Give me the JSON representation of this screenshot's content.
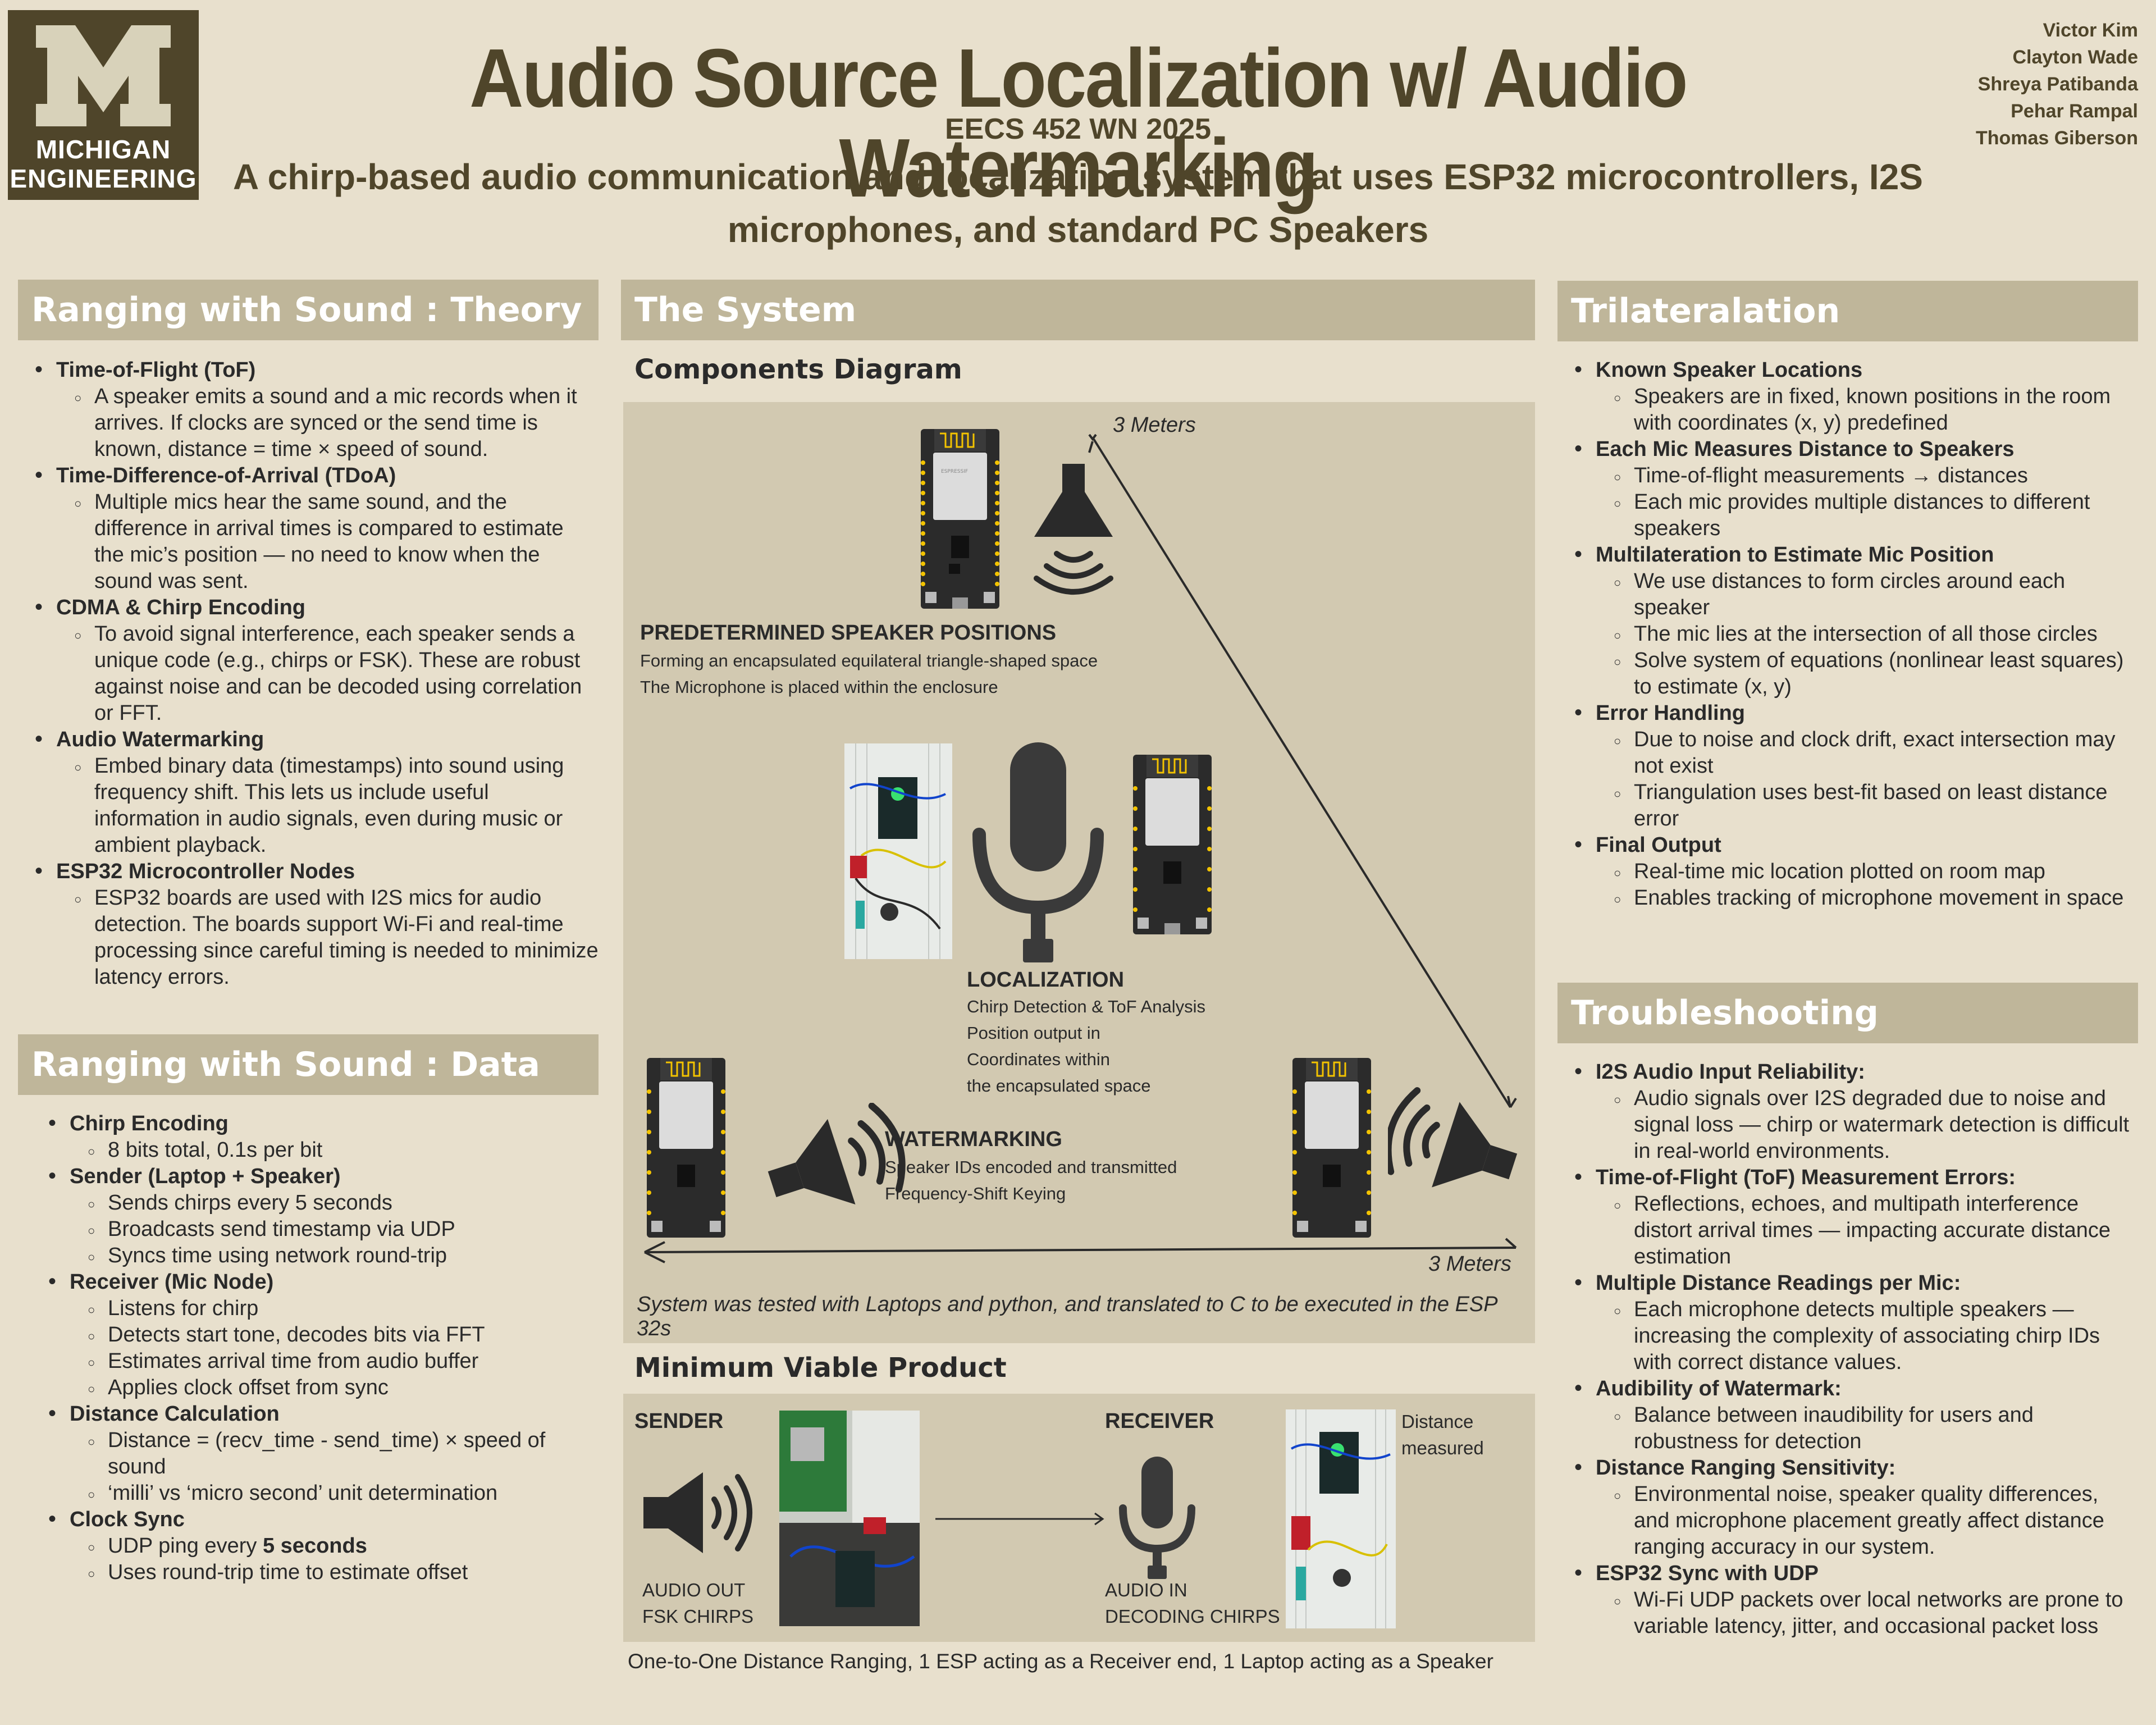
{
  "header": {
    "logo_line1": "MICHIGAN",
    "logo_line2": "ENGINEERING",
    "title": "Audio Source Localization w/ Audio Watermarking",
    "course": "EECS 452 WN 2025",
    "subtitle": "A chirp-based audio communication and localization system that uses ESP32 microcontrollers, I2S microphones, and standard PC Speakers",
    "authors": [
      "Victor Kim",
      "Clayton Wade",
      "Shreya Patibanda",
      "Pehar Rampal",
      "Thomas Giberson"
    ]
  },
  "theory": {
    "title": "Ranging with Sound : Theory",
    "items": [
      {
        "head": "Time-of-Flight (ToF)",
        "subs": [
          "A speaker emits a sound and a mic records when it arrives. If clocks are synced or the send time is known, distance = time × speed of sound."
        ]
      },
      {
        "head": "Time-Difference-of-Arrival (TDoA)",
        "subs": [
          "Multiple mics hear the same sound, and the difference in arrival times is compared to estimate the mic’s position — no need to know when the sound was sent."
        ]
      },
      {
        "head": "CDMA & Chirp Encoding",
        "subs": [
          " To avoid signal interference, each speaker sends a unique code (e.g., chirps or FSK). These are robust against noise and can be decoded using correlation or FFT."
        ]
      },
      {
        "head": "Audio Watermarking",
        "subs": [
          "Embed binary data (timestamps) into sound using frequency shift. This lets us include useful information in audio signals, even during music or ambient playback."
        ]
      },
      {
        "head": "ESP32 Microcontroller Nodes",
        "subs": [
          "ESP32 boards are used with I2S mics for audio detection. The boards support Wi-Fi and real-time processing since careful timing is needed to minimize latency errors."
        ]
      }
    ]
  },
  "data_section": {
    "title": "Ranging with Sound : Data",
    "items": [
      {
        "head": "Chirp Encoding",
        "subs": [
          "8 bits total, 0.1s per bit"
        ]
      },
      {
        "head": "Sender (Laptop + Speaker)",
        "subs": [
          "Sends chirps every 5 seconds",
          "Broadcasts send timestamp via UDP",
          "Syncs time using network round-trip"
        ]
      },
      {
        "head": "Receiver (Mic Node)",
        "subs": [
          "Listens for chirp",
          "Detects start tone, decodes bits via FFT",
          "Estimates arrival time from audio buffer",
          "Applies clock offset from sync"
        ]
      },
      {
        "head": "Distance Calculation",
        "subs": [
          "Distance = (recv_time - send_time) × speed of sound",
          "‘milli’ vs ‘micro second’ unit determination"
        ]
      },
      {
        "head": "Clock Sync",
        "subs": [
          "UDP ping every ",
          "Uses round-trip time to estimate offset"
        ]
      }
    ],
    "clock_sync_bold": "5 seconds"
  },
  "system": {
    "title": "The System",
    "components_title": "Components Diagram",
    "top_distance": "3 Meters",
    "bottom_distance": "3 Meters",
    "speaker_positions_head": "PREDETERMINED SPEAKER POSITIONS",
    "speaker_positions_lines": [
      "Forming an encapsulated equilateral triangle-shaped space",
      "The Microphone is placed within the enclosure"
    ],
    "localization_head": "LOCALIZATION",
    "localization_sub": "Chirp Detection & ToF Analysis",
    "localization_lines": [
      "Position output in",
      "Coordinates within",
      "the encapsulated space"
    ],
    "watermarking_head": "WATERMARKING",
    "watermarking_lines": [
      "Speaker IDs encoded and transmitted",
      "Frequency-Shift Keying"
    ],
    "tested_note": "System was tested with Laptops and python, and translated to C to be executed in the ESP 32s",
    "esp_label": "ESPRESSIF"
  },
  "mvp": {
    "title": "Minimum Viable Product",
    "sender_label": "SENDER",
    "sender_caption": [
      "AUDIO OUT",
      "FSK CHIRPS"
    ],
    "receiver_label": "RECEIVER",
    "receiver_caption": [
      "AUDIO IN",
      "DECODING CHIRPS"
    ],
    "distance_note": [
      "Distance",
      "measured"
    ],
    "footer": "One-to-One Distance Ranging, 1 ESP acting as a Receiver end, 1 Laptop acting as a Speaker"
  },
  "trilateration": {
    "title": "Trilateralation",
    "items": [
      {
        "head": "Known Speaker Locations",
        "subs": [
          "Speakers are in fixed, known positions in the room with coordinates (x, y) predefined"
        ]
      },
      {
        "head": "Each Mic Measures Distance to Speakers",
        "subs": [
          "Time-of-flight measurements → distances",
          "Each mic provides multiple distances to different speakers"
        ]
      },
      {
        "head": "Multilateration to Estimate Mic Position",
        "subs": [
          "We use distances to form circles around each speaker",
          "The mic lies at the intersection of all those circles",
          "Solve system of equations (nonlinear least squares) to estimate (x, y)"
        ]
      },
      {
        "head": "Error Handling",
        "subs": [
          "Due to noise and clock drift, exact intersection may not exist",
          "Triangulation uses best-fit based on least distance error"
        ]
      },
      {
        "head": "Final Output",
        "subs": [
          "Real-time mic location plotted on room map",
          "Enables tracking of microphone movement in space"
        ]
      }
    ]
  },
  "troubleshooting": {
    "title": "Troubleshooting",
    "items": [
      {
        "head": "I2S Audio Input Reliability:",
        "subs": [
          "Audio signals over I2S degraded due to noise and signal loss — chirp or watermark detection is difficult in real-world environments."
        ]
      },
      {
        "head": "Time-of-Flight (ToF) Measurement Errors:",
        "subs": [
          "Reflections, echoes, and multipath interference distort arrival times — impacting accurate distance estimation"
        ]
      },
      {
        "head": "Multiple Distance Readings per Mic:",
        "subs": [
          "Each microphone detects multiple speakers — increasing the complexity of associating chirp IDs with correct distance values."
        ]
      },
      {
        "head": "Audibility of Watermark:",
        "subs": [
          "Balance between inaudibility for users and robustness for detection"
        ]
      },
      {
        "head": "Distance Ranging Sensitivity:",
        "subs": [
          "Environmental noise, speaker quality differences, and microphone placement greatly affect distance ranging accuracy in our system."
        ]
      },
      {
        "head": "ESP32 Sync with UDP",
        "subs": [
          "Wi-Fi UDP packets over local networks are prone to variable latency, jitter, and occasional packet loss"
        ]
      }
    ]
  }
}
